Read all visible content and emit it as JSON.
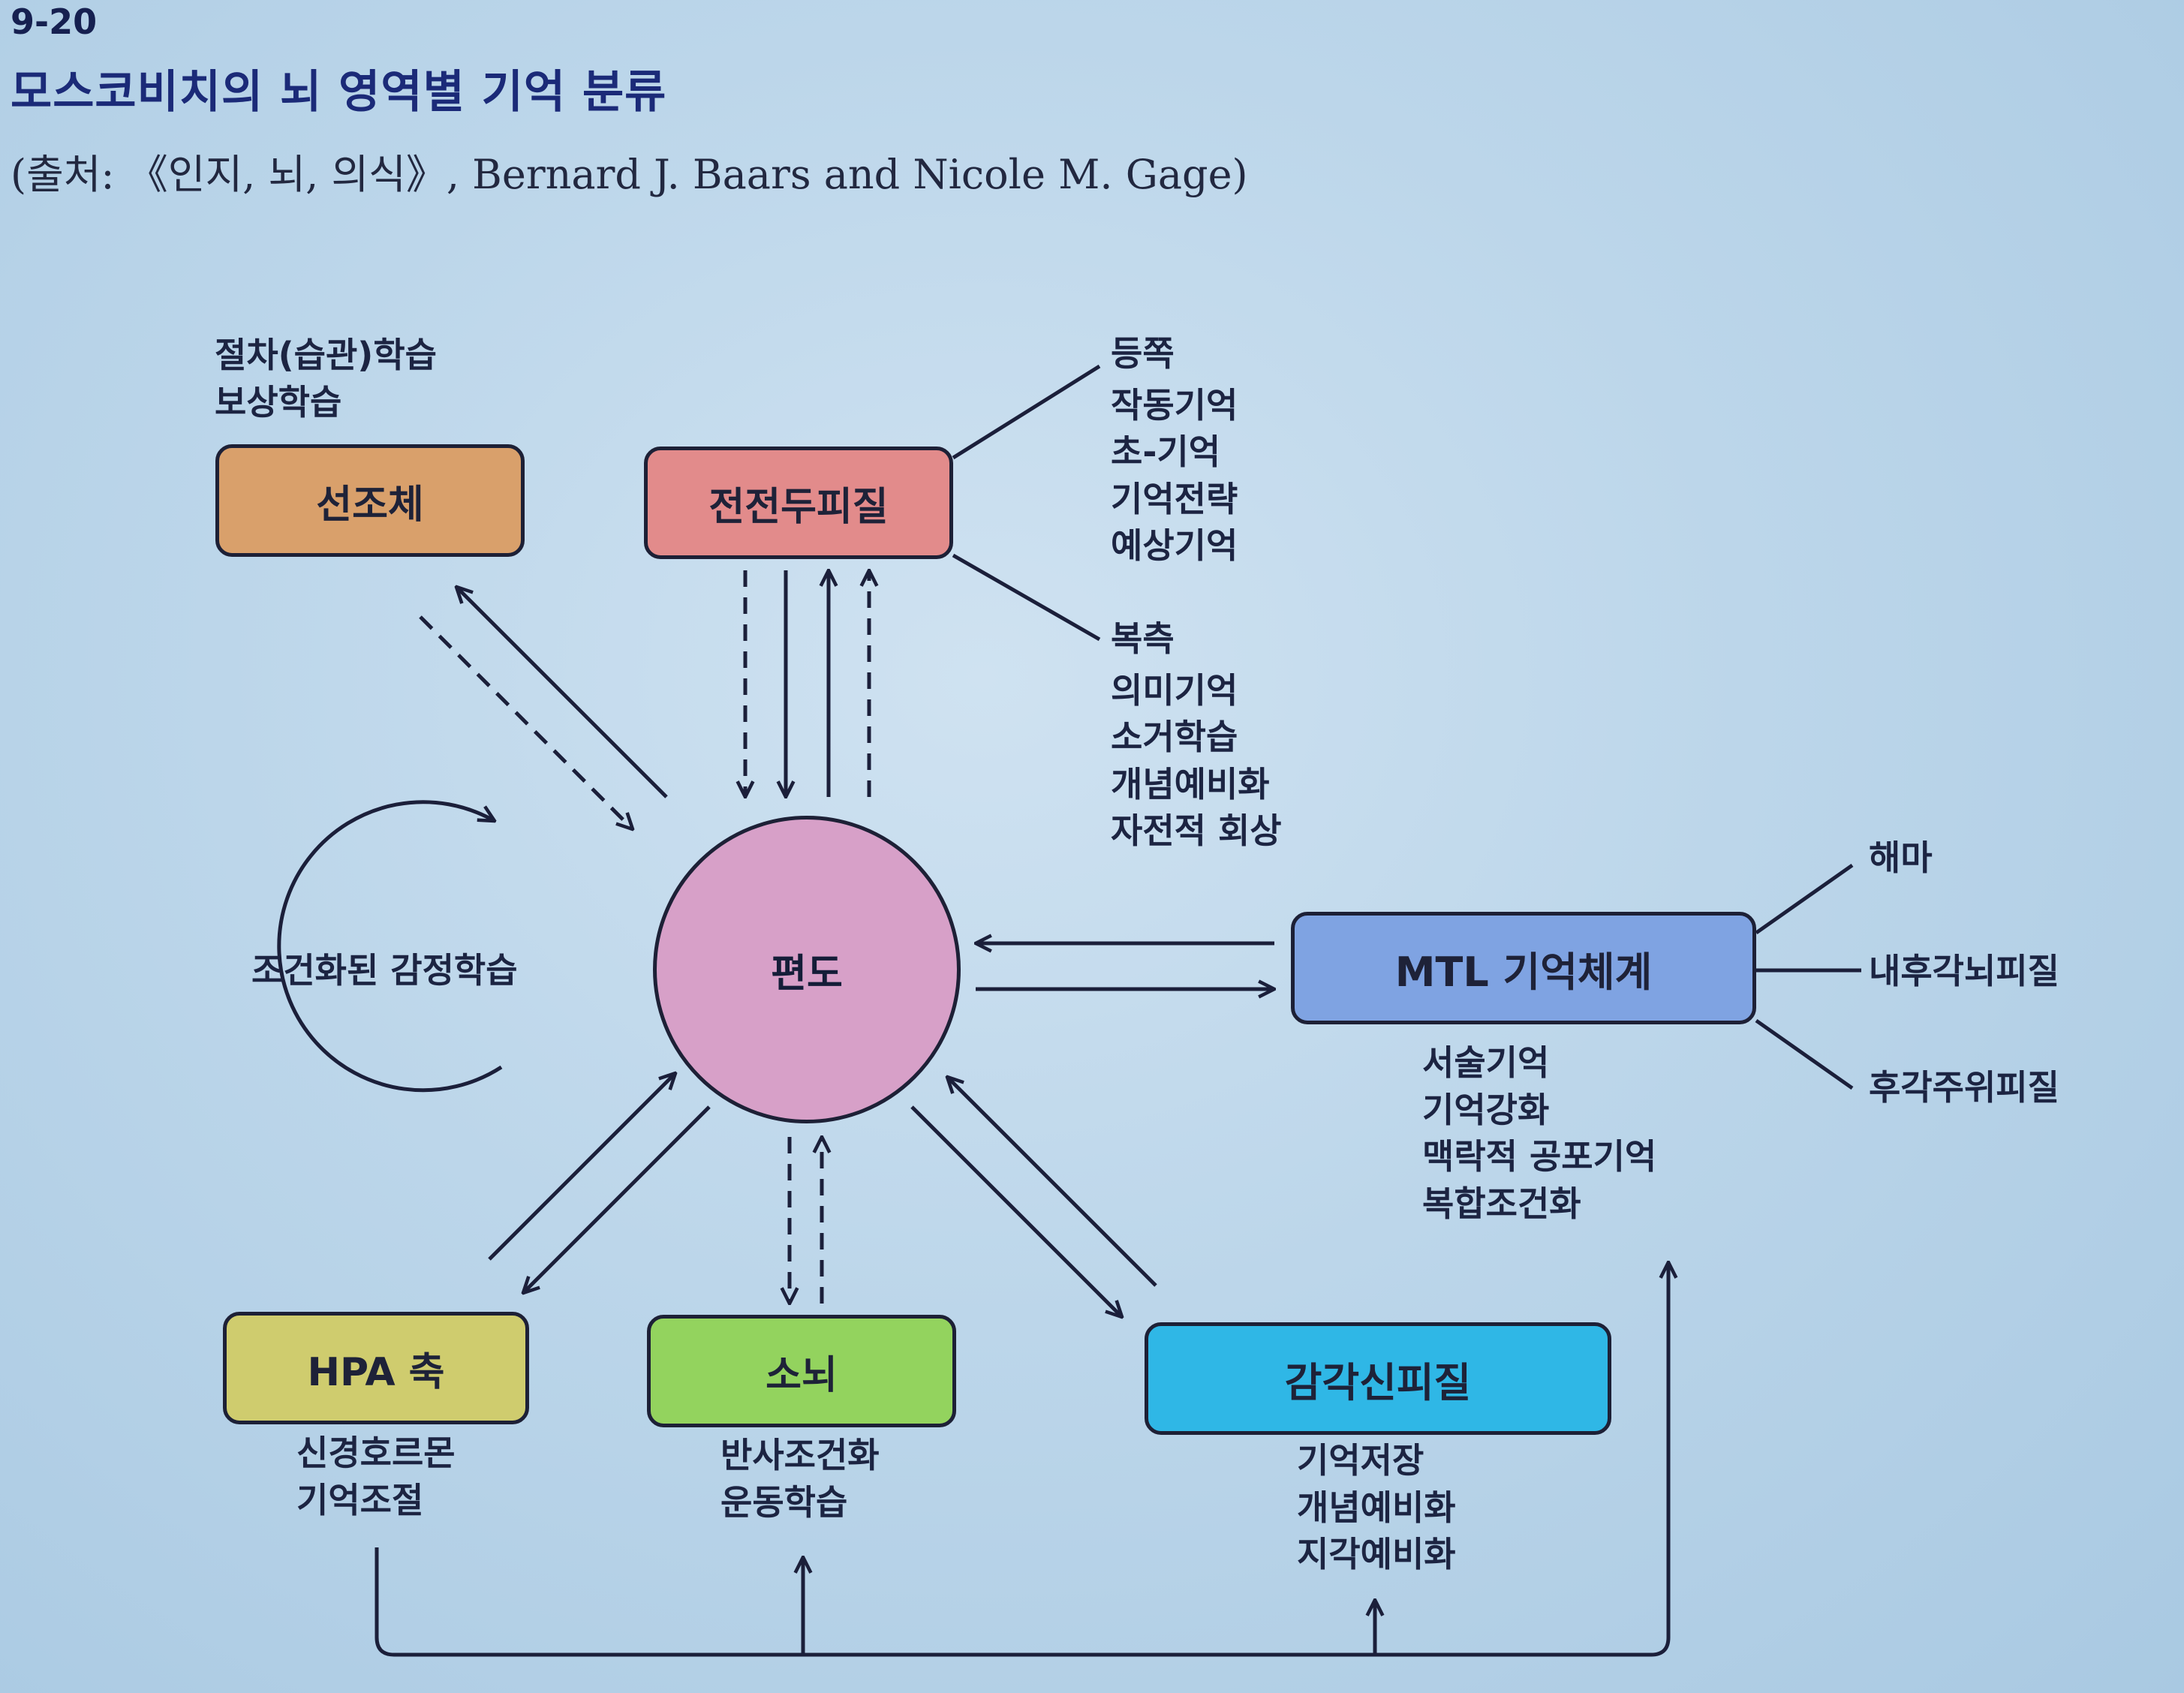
{
  "figure": {
    "number": "9-20",
    "title": "모스코비치의 뇌 영역별 기억 분류",
    "source": "(출처: 《인지, 뇌, 의식》, Bernard J. Baars and Nicole M. Gage)"
  },
  "nodes": {
    "striatum": {
      "label": "선조체",
      "color": "#d9a06b",
      "notes": [
        "절차(습관)학습",
        "보상학습"
      ]
    },
    "prefrontal": {
      "label": "전전두피질",
      "color": "#e28b8b"
    },
    "amygdala": {
      "label": "편도",
      "color": "#d7a0c8"
    },
    "mtl": {
      "label": "MTL 기억체계",
      "color": "#7fa3e2",
      "notes": [
        "서술기억",
        "기억강화",
        "맥락적 공포기억",
        "복합조건화"
      ]
    },
    "hpa": {
      "label": "HPA 축",
      "color": "#cfcc6e",
      "notes": [
        "신경호르몬",
        "기억조절"
      ]
    },
    "cerebellum": {
      "label": "소뇌",
      "color": "#93d35e",
      "notes": [
        "반사조건화",
        "운동학습"
      ]
    },
    "sensory": {
      "label": "감각신피질",
      "color": "#2fb7e6",
      "notes": [
        "기억저장",
        "개념예비화",
        "지각예비화"
      ]
    }
  },
  "prefrontal_branches": {
    "dorsal": {
      "label": "등쪽",
      "items": [
        "작동기억",
        "초-기억",
        "기억전략",
        "예상기억"
      ]
    },
    "ventral": {
      "label": "복측",
      "items": [
        "의미기억",
        "소거학습",
        "개념예비화",
        "자전적 회상"
      ]
    }
  },
  "mtl_branches": [
    "해마",
    "내후각뇌피질",
    "후각주위피질"
  ],
  "loop_label": "조건화된 감정학습",
  "colors": {
    "line": "#1b1f3a"
  }
}
